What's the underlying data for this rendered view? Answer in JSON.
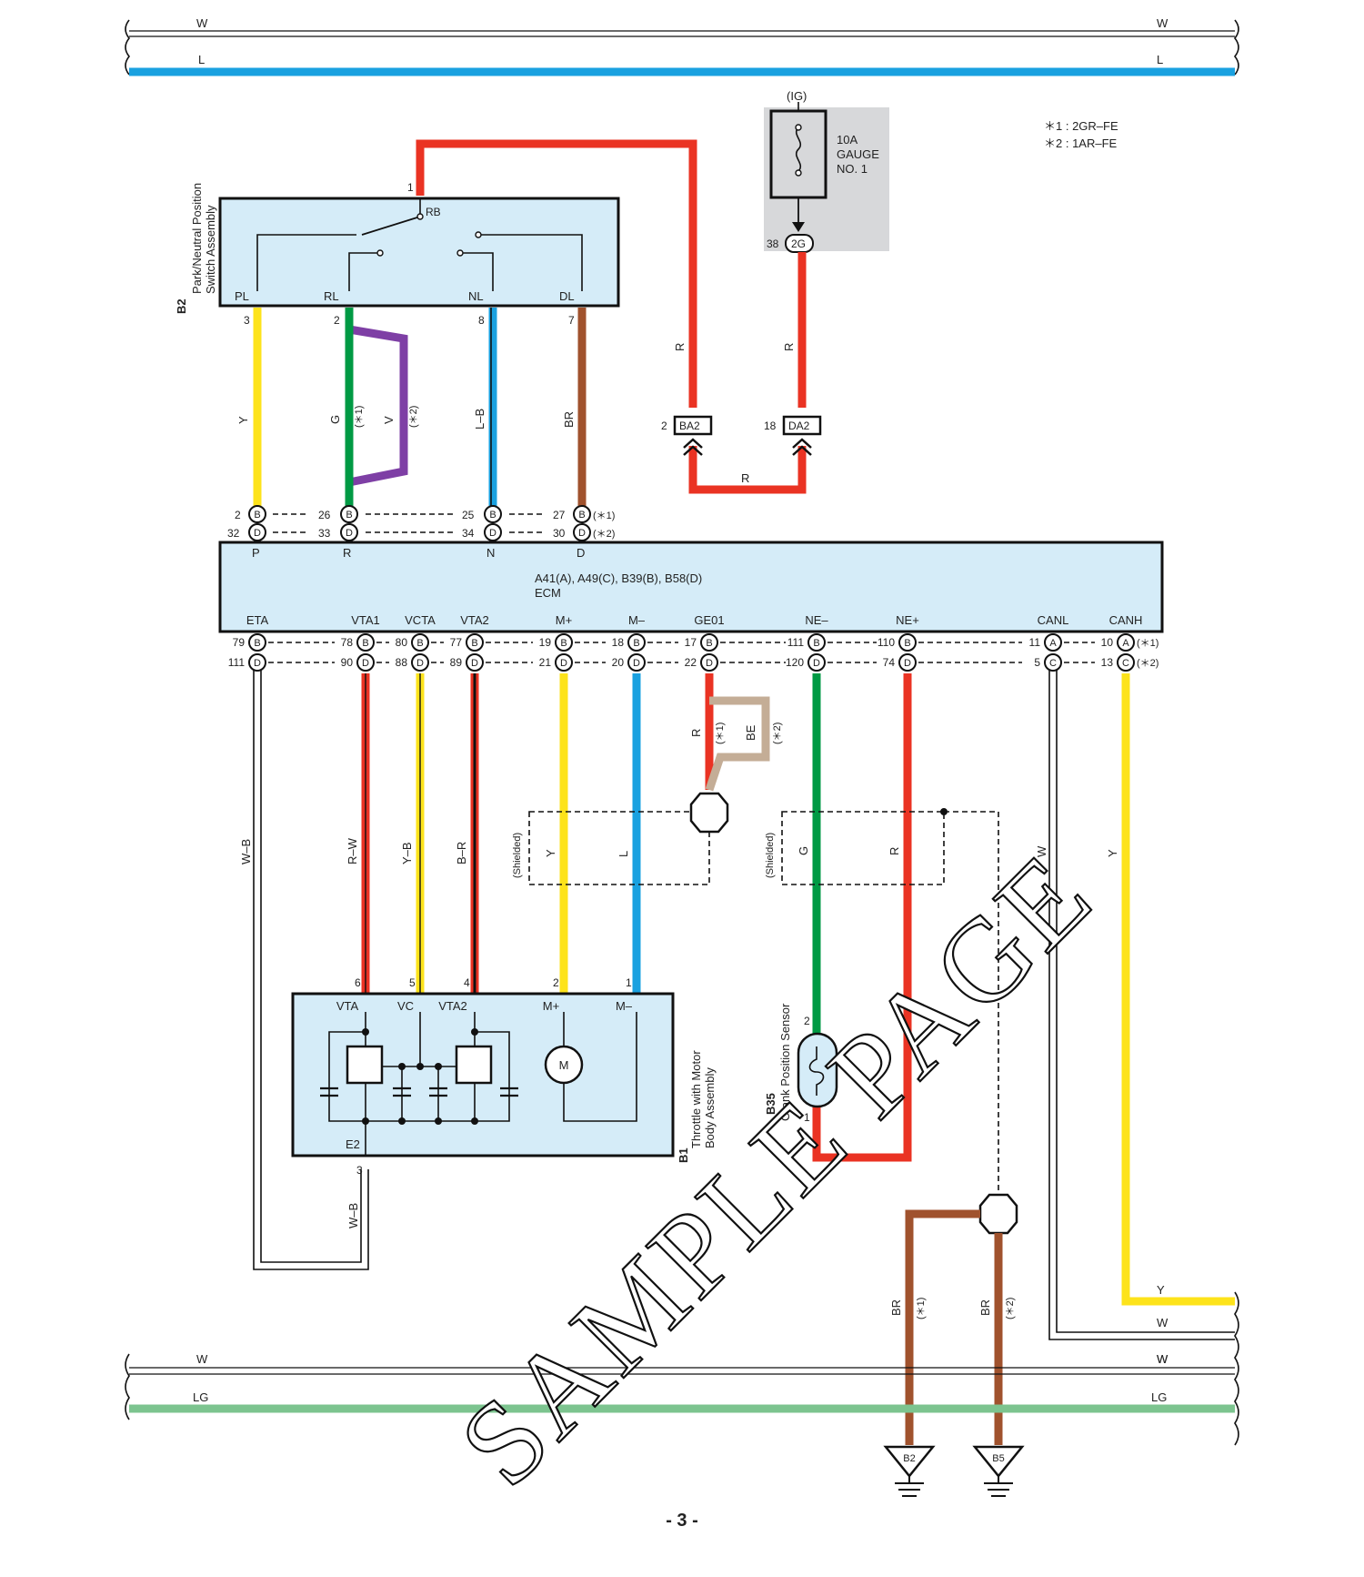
{
  "page_number": "- 3 -",
  "watermark": "SAMPLE PAGE",
  "colors": {
    "red": "#ea3323",
    "yellow": "#fde31b",
    "green": "#009a44",
    "blue": "#1aa1e0",
    "brown": "#a0522d",
    "purple": "#7e3fa5",
    "tan": "#c4ad96",
    "lightgreen": "#7cc48f",
    "box_fill": "#d5ecf8",
    "fuse_fill": "#d7d8da"
  },
  "buses": {
    "top_w": {
      "left": "W",
      "right": "W"
    },
    "top_l": {
      "left": "L",
      "right": "L"
    },
    "bot_w": {
      "left": "W",
      "right": "W"
    },
    "bot_lg": {
      "left": "LG",
      "right": "LG"
    }
  },
  "notes": {
    "n1": "＊1 : 2GR–FE",
    "n2": "＊2 : 1AR–FE"
  },
  "fuse": {
    "source": "(IG)",
    "line1": "10A",
    "line2": "GAUGE",
    "line3": "NO. 1",
    "pin": "38",
    "conn": "2G"
  },
  "switch": {
    "code": "B2",
    "name1": "Park/Neutral Position",
    "name2": "Switch Assembly",
    "pin_top": "1",
    "rb": "RB",
    "pins": [
      {
        "label": "PL",
        "num": "3",
        "wire": "Y"
      },
      {
        "label": "RL",
        "num": "2",
        "wire": "G"
      },
      {
        "label": "NL",
        "num": "8",
        "wire": "L–B"
      },
      {
        "label": "DL",
        "num": "7",
        "wire": "BR"
      }
    ],
    "alt_wire": "V",
    "alt_note1": "(＊1)",
    "alt_note2": "(＊2)"
  },
  "red_loop": {
    "wire_left": "R",
    "wire_right": "R",
    "wire_bottom": "R",
    "conn_left": "BA2",
    "conn_left_pin": "2",
    "conn_right": "DA2",
    "conn_right_pin": "18"
  },
  "ecm_top": {
    "row1": [
      {
        "p1": "2",
        "c1": "B",
        "p2": "26",
        "c2": "B",
        "p3": "25",
        "c3": "B",
        "p4": "27",
        "c4": "B",
        "note": "(＊1)"
      }
    ],
    "row2": [
      {
        "p1": "32",
        "c1": "D",
        "p2": "33",
        "c2": "D",
        "p3": "34",
        "c3": "D",
        "p4": "30",
        "c4": "D",
        "note": "(＊2)"
      }
    ],
    "labels": [
      "P",
      "R",
      "N",
      "D"
    ]
  },
  "ecm": {
    "title": "A41(A), A49(C), B39(B), B58(D)",
    "name": "ECM",
    "bottom_labels": [
      "ETA",
      "VTA1",
      "VCTA",
      "VTA2",
      "M+",
      "M–",
      "GE01",
      "NE–",
      "NE+",
      "CANL",
      "CANH"
    ]
  },
  "ecm_bot": {
    "row1": [
      {
        "pin": "79",
        "c": "B"
      },
      {
        "pin": "78",
        "c": "B"
      },
      {
        "pin": "80",
        "c": "B"
      },
      {
        "pin": "77",
        "c": "B"
      },
      {
        "pin": "19",
        "c": "B"
      },
      {
        "pin": "18",
        "c": "B"
      },
      {
        "pin": "17",
        "c": "B"
      },
      {
        "pin": "111",
        "c": "B"
      },
      {
        "pin": "110",
        "c": "B"
      },
      {
        "pin": "11",
        "c": "A"
      },
      {
        "pin": "10",
        "c": "A"
      }
    ],
    "row2": [
      {
        "pin": "111",
        "c": "D"
      },
      {
        "pin": "90",
        "c": "D"
      },
      {
        "pin": "88",
        "c": "D"
      },
      {
        "pin": "89",
        "c": "D"
      },
      {
        "pin": "21",
        "c": "D"
      },
      {
        "pin": "20",
        "c": "D"
      },
      {
        "pin": "22",
        "c": "D"
      },
      {
        "pin": "120",
        "c": "D"
      },
      {
        "pin": "74",
        "c": "D"
      },
      {
        "pin": "5",
        "c": "C"
      },
      {
        "pin": "13",
        "c": "C"
      }
    ],
    "note1": "(＊1)",
    "note2": "(＊2)"
  },
  "wires": {
    "wb": "W–B",
    "rw": "R–W",
    "yb": "Y–B",
    "br2": "B–R",
    "y": "Y",
    "l": "L",
    "r": "R",
    "be": "BE",
    "g": "G",
    "r2": "R",
    "w": "W",
    "y2": "Y",
    "shielded": "(Shielded)",
    "note1": "(＊1)",
    "note2": "(＊2)"
  },
  "throttle": {
    "code": "B1",
    "name1": "Throttle with Motor",
    "name2": "Body Assembly",
    "pins": [
      {
        "label": "VTA",
        "num": "6"
      },
      {
        "label": "VC",
        "num": "5"
      },
      {
        "label": "VTA2",
        "num": "4"
      },
      {
        "label": "M+",
        "num": "2"
      },
      {
        "label": "M–",
        "num": "1"
      }
    ],
    "e2": "E2",
    "e2_pin": "3",
    "e2_wire": "W–B",
    "motor": "M"
  },
  "crank": {
    "code": "B35",
    "name": "Crank Position Sensor",
    "pin_top": "2",
    "pin_bot": "1"
  },
  "grounds": {
    "g1": "B2",
    "g2": "B5",
    "w1": "BR",
    "w2": "BR",
    "n1": "(＊1)",
    "n2": "(＊2)"
  },
  "right_exits": {
    "y": "Y",
    "w1": "W",
    "w2": "W"
  }
}
